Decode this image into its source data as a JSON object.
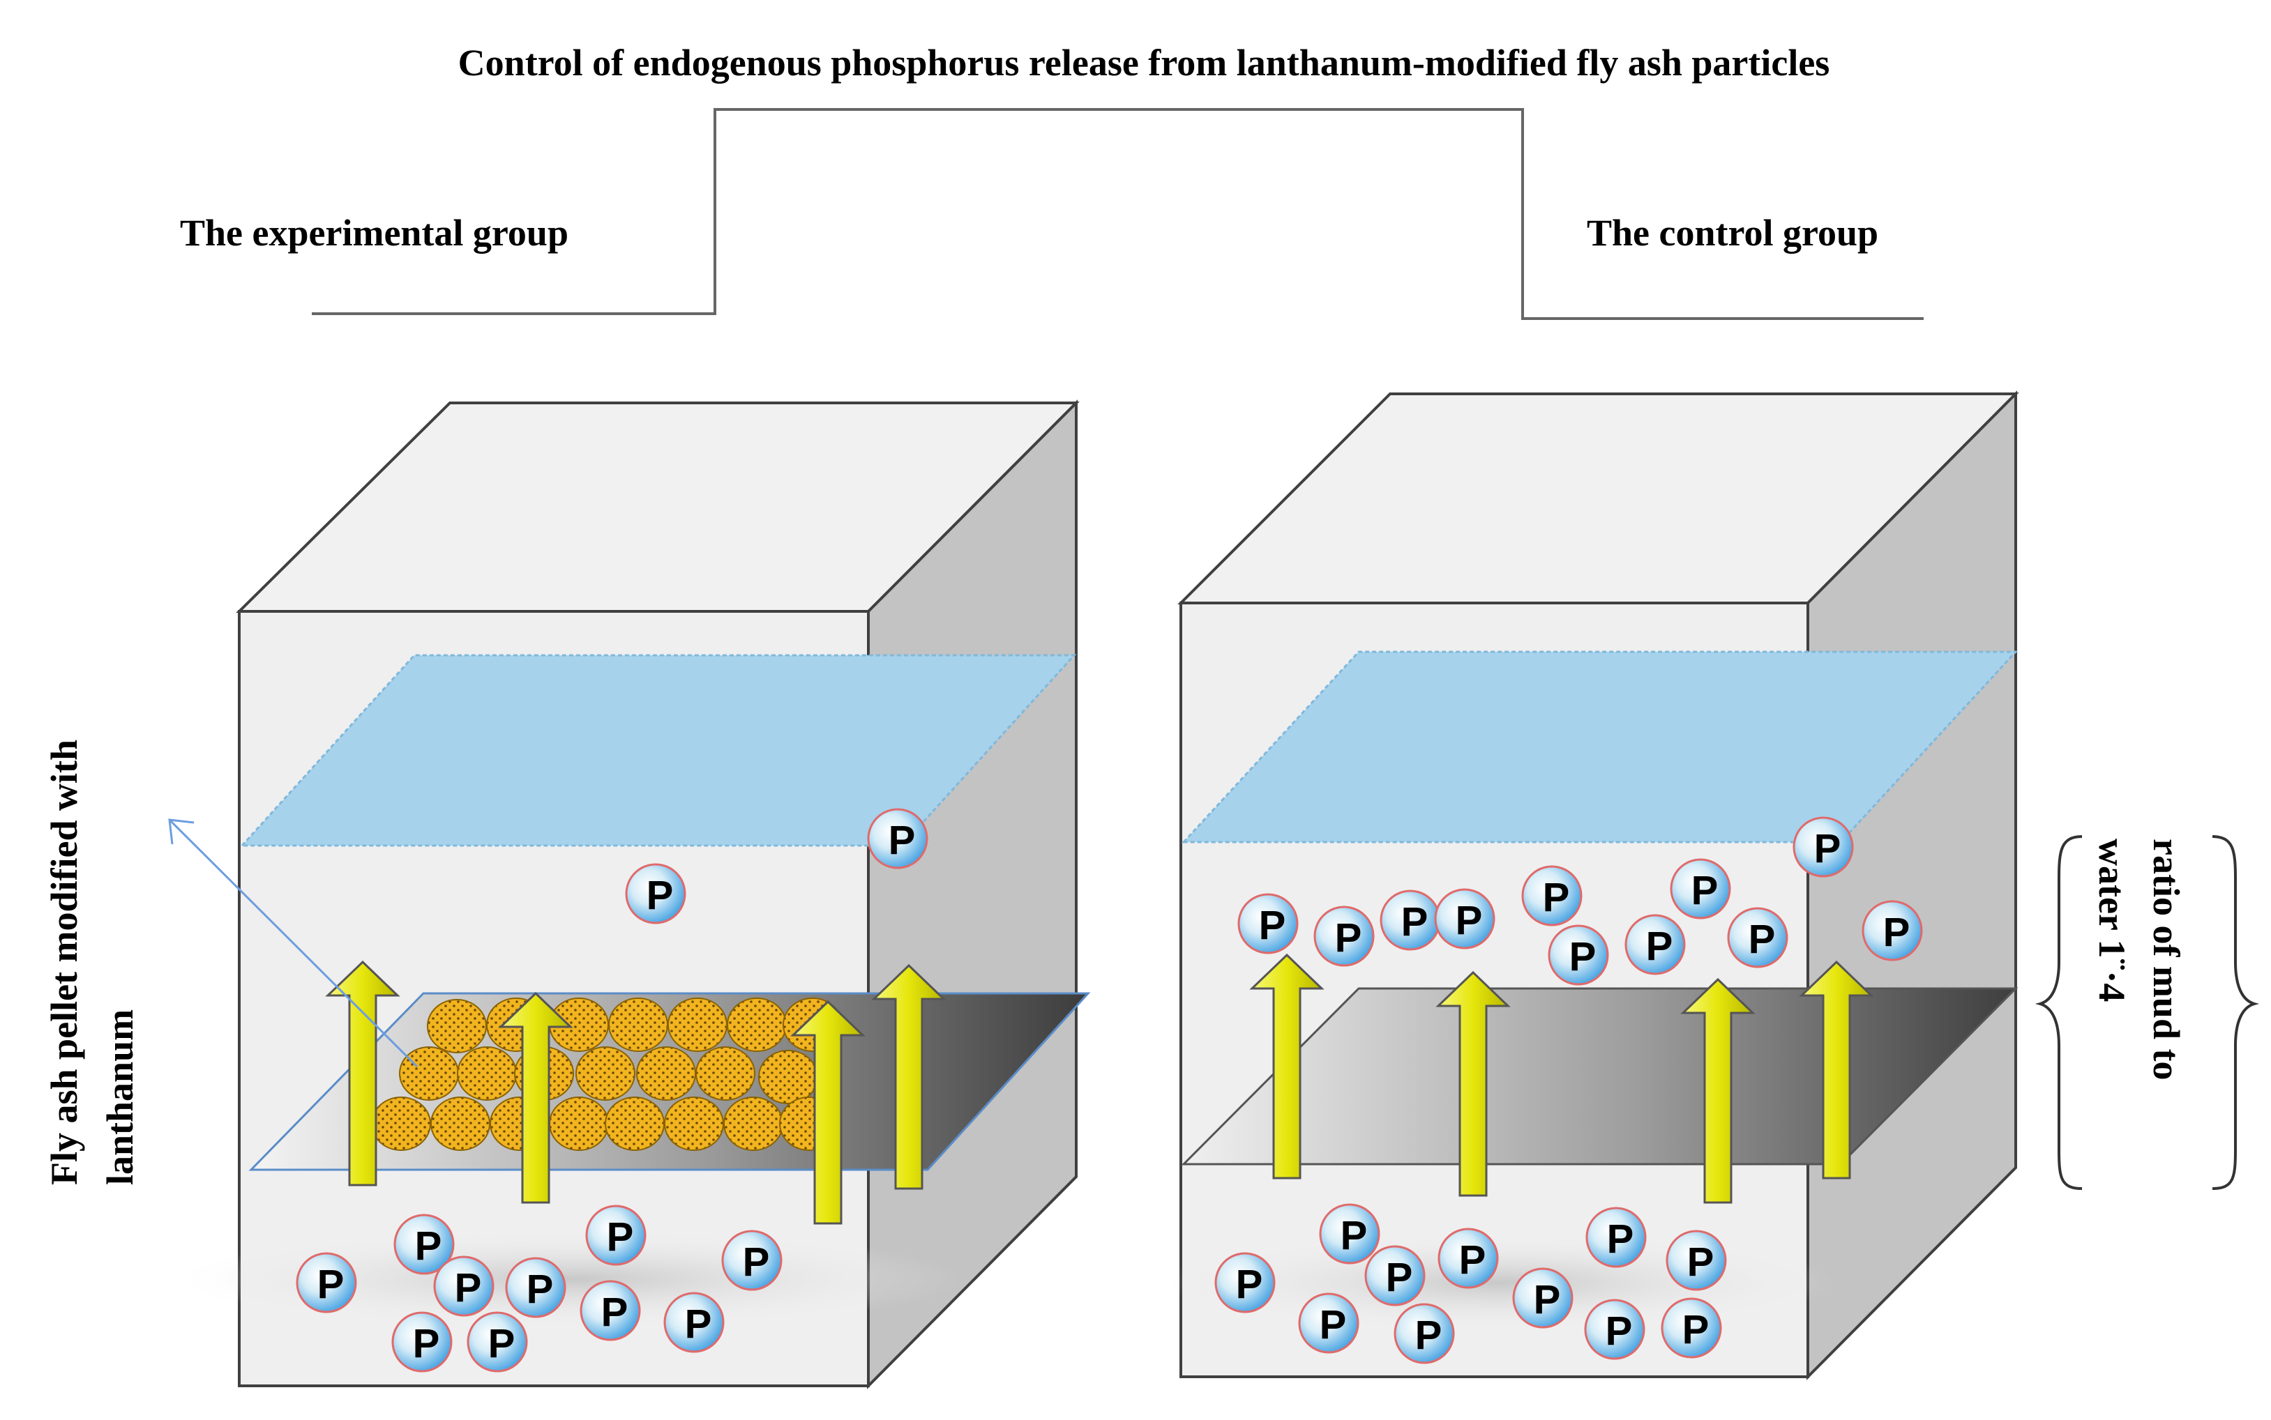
{
  "title": "Control of endogenous phosphorus release from lanthanum-modified fly ash particles",
  "left_group_label": "The experimental group",
  "right_group_label": "The control group",
  "pellet_label_line1": "Fly ash pellet modified with",
  "pellet_label_line2": "lanthanum",
  "ratio_label_line1": "ratio of mud to",
  "ratio_label_line2": "water 1¨·4",
  "particle_symbol": "P",
  "colors": {
    "water": "#a6d2ec",
    "tank_front": "#efefef",
    "tank_side": "#c4c4c4",
    "tank_top": "#f1f1f1",
    "arrow": "#e9ea10",
    "pellet": "#f0b21a",
    "particle_text": "#e00000",
    "particle_blue": "#4aa5e3"
  },
  "icons": [
    "phosphorus-particle-icon",
    "upward-arrow-icon",
    "fly-ash-pellet-icon",
    "curly-brace-icon"
  ]
}
